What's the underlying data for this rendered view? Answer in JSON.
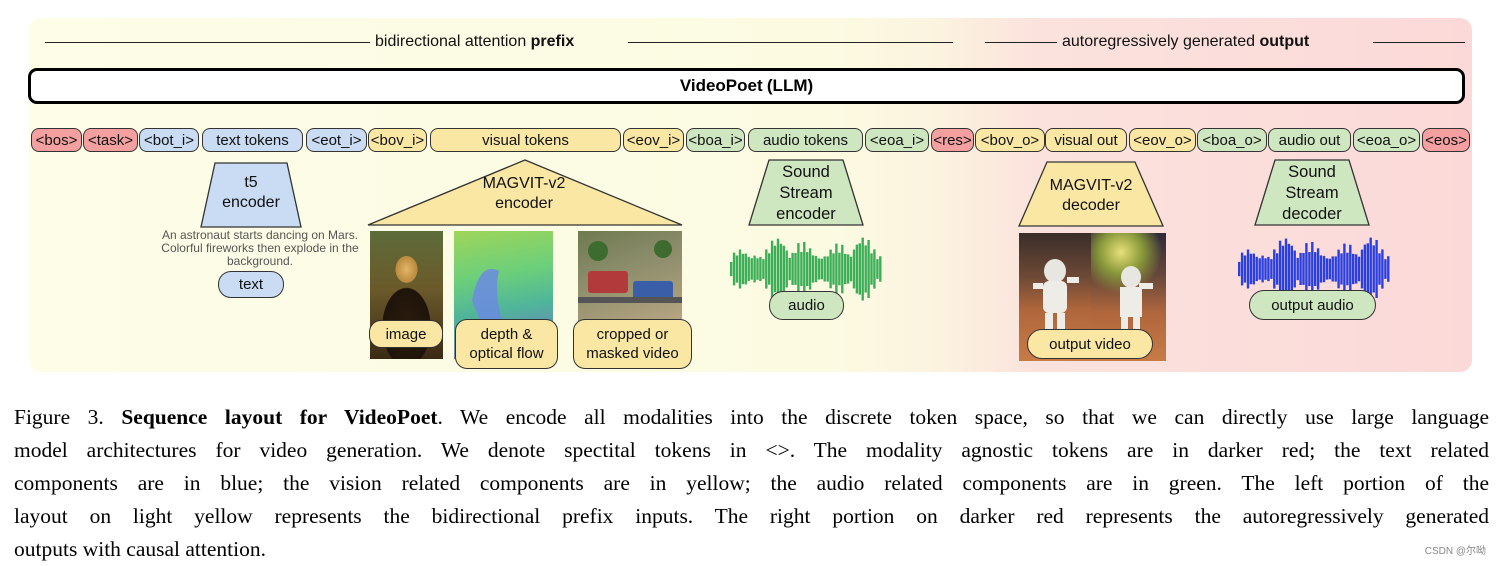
{
  "figure": {
    "prefix_header": {
      "normal": "bidirectional attention ",
      "bold": "prefix"
    },
    "output_header": {
      "normal": "autoregressively generated ",
      "bold": "output"
    },
    "llm_label": "VideoPoet (LLM)",
    "tokens": [
      {
        "id": "bos",
        "label": "<bos>"
      },
      {
        "id": "task",
        "label": "<task>"
      },
      {
        "id": "bot_i",
        "label": "<bot_i>"
      },
      {
        "id": "text_tokens",
        "label": "text tokens"
      },
      {
        "id": "eot_i",
        "label": "<eot_i>"
      },
      {
        "id": "bov_i",
        "label": "<bov_i>"
      },
      {
        "id": "visual_tokens",
        "label": "visual tokens"
      },
      {
        "id": "eov_i",
        "label": "<eov_i>"
      },
      {
        "id": "boa_i",
        "label": "<boa_i>"
      },
      {
        "id": "audio_tokens",
        "label": "audio tokens"
      },
      {
        "id": "eoa_i",
        "label": "<eoa_i>"
      },
      {
        "id": "res",
        "label": "<res>"
      },
      {
        "id": "bov_o",
        "label": "<bov_o>"
      },
      {
        "id": "visual_out",
        "label": "visual out"
      },
      {
        "id": "eov_o",
        "label": "<eov_o>"
      },
      {
        "id": "boa_o",
        "label": "<boa_o>"
      },
      {
        "id": "audio_out",
        "label": "audio out"
      },
      {
        "id": "eoa_o",
        "label": "<eoa_o>"
      },
      {
        "id": "eos",
        "label": "<eos>"
      }
    ],
    "t5_encoder": "t5\nencoder",
    "magvit_encoder": "MAGVIT-v2\nencoder",
    "soundstream_encoder": "Sound\nStream\nencoder",
    "magvit_decoder": "MAGVIT-v2\ndecoder",
    "soundstream_decoder": "Sound\nStream\ndecoder",
    "prompt_text": "An astronaut starts dancing on Mars. Colorful fireworks then explode in the background.",
    "labels": {
      "text": "text",
      "image": "image",
      "depth": "depth &\noptical flow",
      "cropped": "cropped or\nmasked video",
      "audio": "audio",
      "output_video": "output video",
      "output_audio": "output audio"
    },
    "colors": {
      "special": "#f4a0a0",
      "text": "#c9dcf3",
      "vision": "#f9e7a3",
      "audio": "#cfe7c0",
      "input_waveform": "#3cae57",
      "output_waveform": "#2b3fe0"
    }
  },
  "caption": {
    "prefix": "Figure 3. ",
    "title": "Sequence layout for VideoPoet",
    "lines": [
      ". We encode all modalities into the discrete token space, so that we can directly use large language",
      "model architectures for video generation. We denote spectital tokens in <>. The modality agnostic tokens are in darker red; the text related",
      "components are in blue; the vision related components are in yellow; the audio related components are in green. The left portion of the",
      "layout on light yellow represents the bidirectional prefix inputs. The right portion on darker red represents the autoregressively generated",
      "outputs with causal attention."
    ]
  },
  "watermark": "CSDN @尔呦"
}
